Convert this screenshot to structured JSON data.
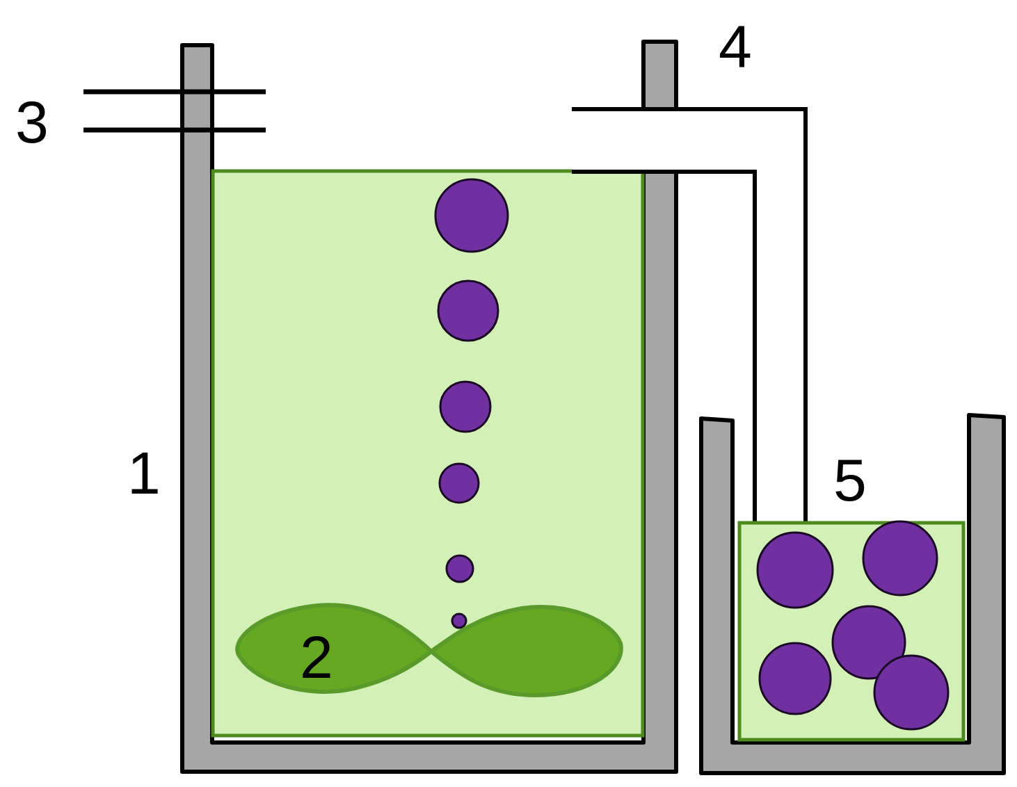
{
  "diagram": {
    "labels": [
      "3",
      "4",
      "1",
      "5",
      "2"
    ]
  }
}
